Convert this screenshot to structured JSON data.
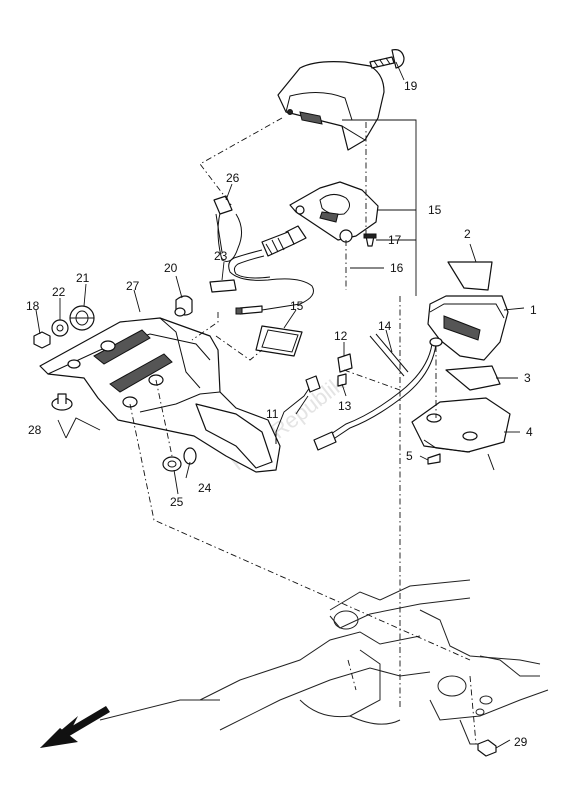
{
  "watermark": "PartsRepublik",
  "callouts": [
    {
      "id": "c1",
      "label": "1"
    },
    {
      "id": "c2",
      "label": "2"
    },
    {
      "id": "c3",
      "label": "3"
    },
    {
      "id": "c4",
      "label": "4"
    },
    {
      "id": "c5",
      "label": "5"
    },
    {
      "id": "c11",
      "label": "11"
    },
    {
      "id": "c12",
      "label": "12"
    },
    {
      "id": "c13",
      "label": "13"
    },
    {
      "id": "c14",
      "label": "14"
    },
    {
      "id": "c15a",
      "label": "15"
    },
    {
      "id": "c15b",
      "label": "15"
    },
    {
      "id": "c16",
      "label": "16"
    },
    {
      "id": "c17",
      "label": "17"
    },
    {
      "id": "c18",
      "label": "18"
    },
    {
      "id": "c19",
      "label": "19"
    },
    {
      "id": "c20",
      "label": "20"
    },
    {
      "id": "c21",
      "label": "21"
    },
    {
      "id": "c22",
      "label": "22"
    },
    {
      "id": "c23",
      "label": "23"
    },
    {
      "id": "c24",
      "label": "24"
    },
    {
      "id": "c25",
      "label": "25"
    },
    {
      "id": "c26",
      "label": "26"
    },
    {
      "id": "c27",
      "label": "27"
    },
    {
      "id": "c28",
      "label": "28"
    },
    {
      "id": "c29",
      "label": "29"
    }
  ],
  "icons": {
    "direction_arrow": "front-direction-arrow-icon"
  }
}
